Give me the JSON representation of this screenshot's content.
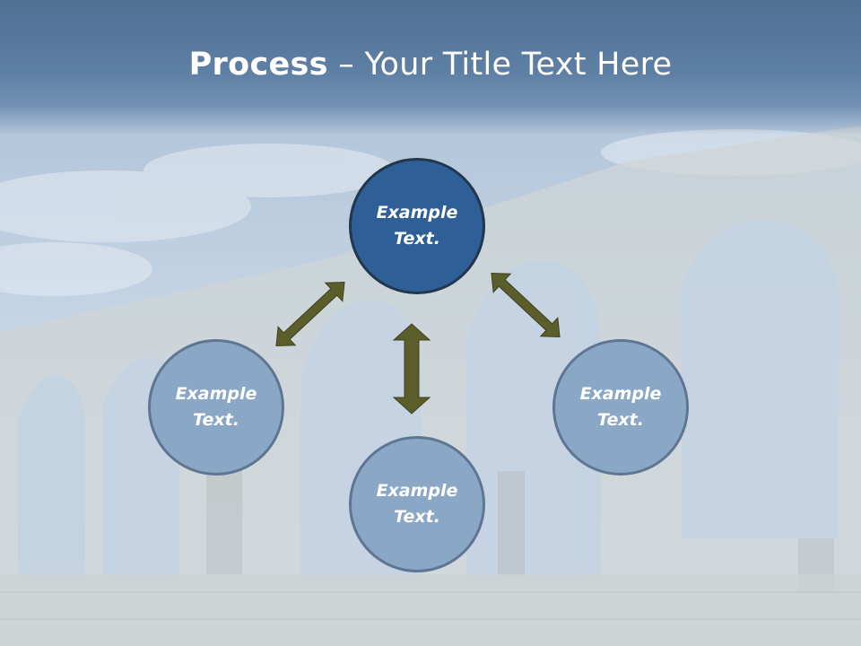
{
  "slide": {
    "title_bold": "Process",
    "title_rest": " – Your Title Text Here"
  },
  "nodes": [
    {
      "id": "top",
      "label": "Example Text."
    },
    {
      "id": "left",
      "label": "Example Text."
    },
    {
      "id": "right",
      "label": "Example Text."
    },
    {
      "id": "bottom",
      "label": "Example Text."
    }
  ],
  "colors": {
    "title_band": "#5f80a5",
    "top_node": "#2f5f97",
    "other_nodes": "#8aa7c6",
    "arrows": "#5b5e2a"
  }
}
